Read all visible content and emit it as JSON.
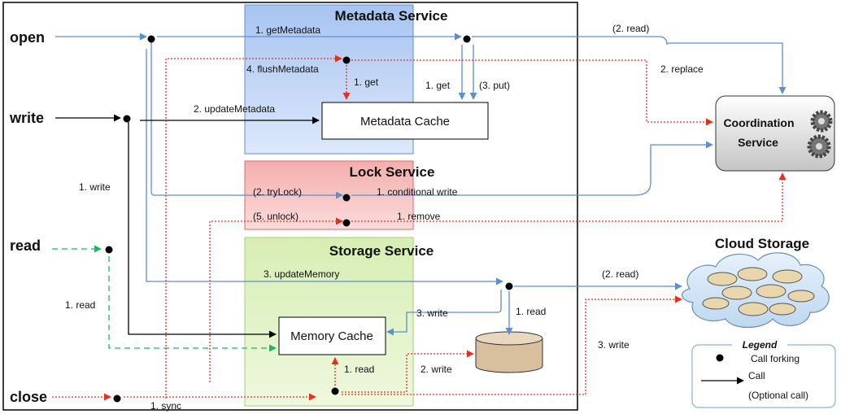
{
  "operations": {
    "open": "open",
    "write": "write",
    "read": "read",
    "close": "close"
  },
  "services": {
    "metadata": {
      "title": "Metadata Service",
      "cache": "Metadata Cache"
    },
    "lock": {
      "title": "Lock Service"
    },
    "storage": {
      "title": "Storage Service",
      "cache": "Memory Cache"
    },
    "coordination": {
      "line1": "Coordination",
      "line2": "Service"
    },
    "cloud": {
      "title": "Cloud Storage"
    }
  },
  "labels": {
    "open_getMetadata": "1. getMetadata",
    "open_read_coord": "(2. read)",
    "flushMetadata": "4. flushMetadata",
    "flush_get": "1. get",
    "replace": "2. replace",
    "get": "1. get",
    "put": "(3. put)",
    "updateMetadata": "2. updateMetadata",
    "write_write": "1. write",
    "tryLock": "(2. tryLock)",
    "conditional_write": "1. conditional write",
    "unlock": "(5. unlock)",
    "remove": "1. remove",
    "updateMemory": "3. updateMemory",
    "read_cloud": "(2. read)",
    "read_read": "1. read",
    "store_write": "3. write",
    "store_read": "1. read",
    "close_read": "1. read",
    "close_write2": "2. write",
    "close_write3": "3. write",
    "sync": "1. sync"
  },
  "legend": {
    "title": "Legend",
    "fork": "Call forking",
    "call": "Call",
    "optional": "(Optional call)"
  },
  "colors": {
    "blue": "#5b8fd0",
    "black": "#000000",
    "red": "#e2311d",
    "green": "#1db85a",
    "metadata_fill": "#c7d9f5",
    "lock_fill": "#f6c6c4",
    "storage_fill": "#e0f1c4"
  }
}
